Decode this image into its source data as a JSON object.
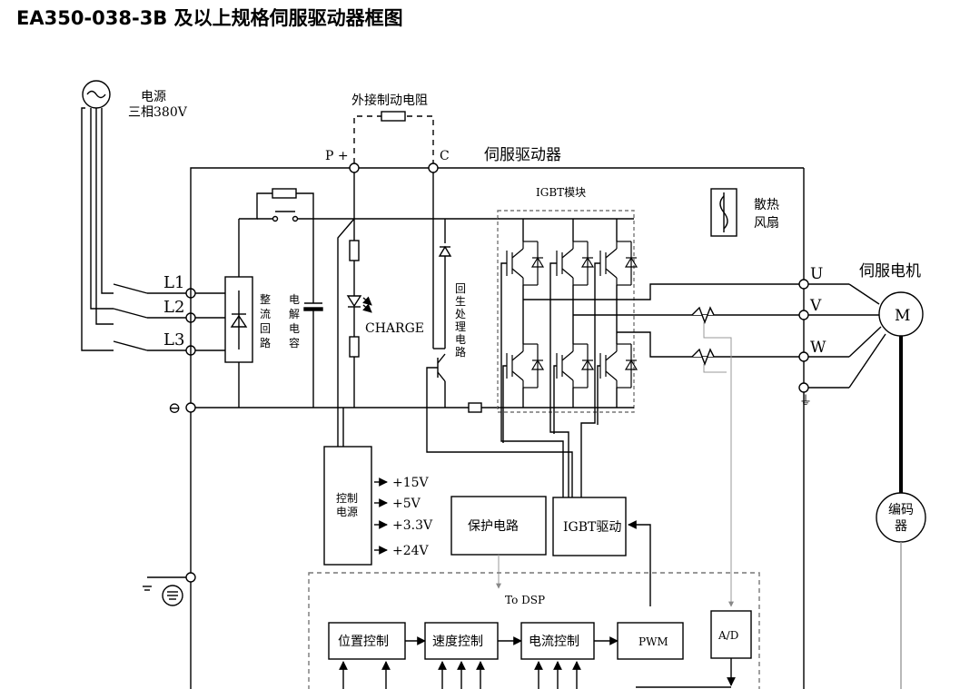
{
  "title": "EA350-038-3B 及以上规格伺服驱动器框图",
  "power": {
    "label": "电源",
    "spec": "三相380V"
  },
  "brake_resistor": "外接制动电阻",
  "drive_title": "伺服驱动器",
  "terminals": {
    "p_plus": "P +",
    "c": "C",
    "l1": "L1",
    "l2": "L2",
    "l3": "L3",
    "u": "U",
    "v": "V",
    "w": "W"
  },
  "igbt_module": "IGBT模块",
  "fan": {
    "line1": "散热",
    "line2": "风扇"
  },
  "motor": {
    "title": "伺服电机",
    "symbol": "M"
  },
  "rectifier": [
    "整",
    "流",
    "回",
    "路"
  ],
  "capacitor": [
    "电",
    "解",
    "电",
    "容"
  ],
  "charge": "CHARGE",
  "regen": [
    "回",
    "生",
    "处",
    "理",
    "电",
    "路"
  ],
  "control_power": {
    "line1": "控制",
    "line2": "电源"
  },
  "voltages": [
    "+15V",
    "+5V",
    "+3.3V",
    "+24V"
  ],
  "protection": "保护电路",
  "igbt_drive": "IGBT驱动",
  "to_dsp": "To DSP",
  "loops": {
    "position": "位置控制",
    "speed": "速度控制",
    "current": "电流控制",
    "pwm": "PWM",
    "ad": "A/D"
  },
  "encoder": {
    "line1": "编码",
    "line2": "器"
  }
}
